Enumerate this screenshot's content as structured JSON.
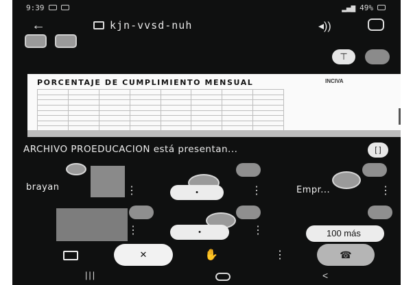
{
  "status": {
    "time": "9:39",
    "battery": "49%"
  },
  "header": {
    "meeting_code": "kjn-vvsd-nuh",
    "back_icon": "arrow-left-icon",
    "speaker_icon": "speaker-icon",
    "switch_camera_icon": "camera-switch-icon"
  },
  "slide": {
    "title": "PORCENTAJE DE CUMPLIMIENTO MENSUAL",
    "logo_1": "INCIVA",
    "logo_2": "",
    "note": ""
  },
  "presentation": {
    "presenting_text": "ARCHIVO PROEDUCACION está presentan...",
    "fullscreen_icon": "fullscreen-icon"
  },
  "participants": [
    {
      "name": "brayan"
    },
    {
      "name": "Empr..."
    },
    {
      "name": ""
    }
  ],
  "more_participants": "100 más",
  "controls": {
    "camera_icon": "camera-icon",
    "mic_icon": "mic-off-icon",
    "hand_icon": "raise-hand-icon",
    "more_icon": "more-vert-icon",
    "end_call_icon": "call-end-icon"
  },
  "colors": {
    "background": "#0f1010",
    "slide": "#fafafa",
    "pill": "#ececec"
  }
}
